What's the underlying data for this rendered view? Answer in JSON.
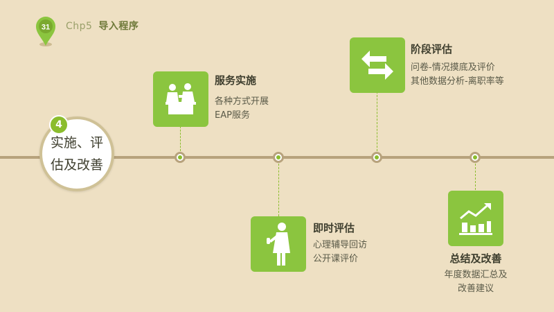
{
  "header": {
    "badge_number": "31",
    "chapter_code": "Chp5",
    "chapter_title": "导入程序"
  },
  "step": {
    "number": "4",
    "title": "实施、评估及改善"
  },
  "items": [
    {
      "title": "服务实施",
      "lines": [
        "各种方式开展",
        "EAP服务"
      ],
      "icon": "presentation-icon"
    },
    {
      "title": "即时评估",
      "lines": [
        "心理辅导回访",
        "公开课评价"
      ],
      "icon": "speaker-icon"
    },
    {
      "title": "阶段评估",
      "lines": [
        "问卷-情况摸底及评价",
        "其他数据分析-离职率等"
      ],
      "icon": "swap-arrows-icon"
    },
    {
      "title": "总结及改善",
      "lines": [
        "年度数据汇总及",
        "改善建议"
      ],
      "icon": "growth-chart-icon"
    }
  ],
  "colors": {
    "background": "#eee0c3",
    "accent": "#8bc53f",
    "timeline": "#b7a27c"
  }
}
